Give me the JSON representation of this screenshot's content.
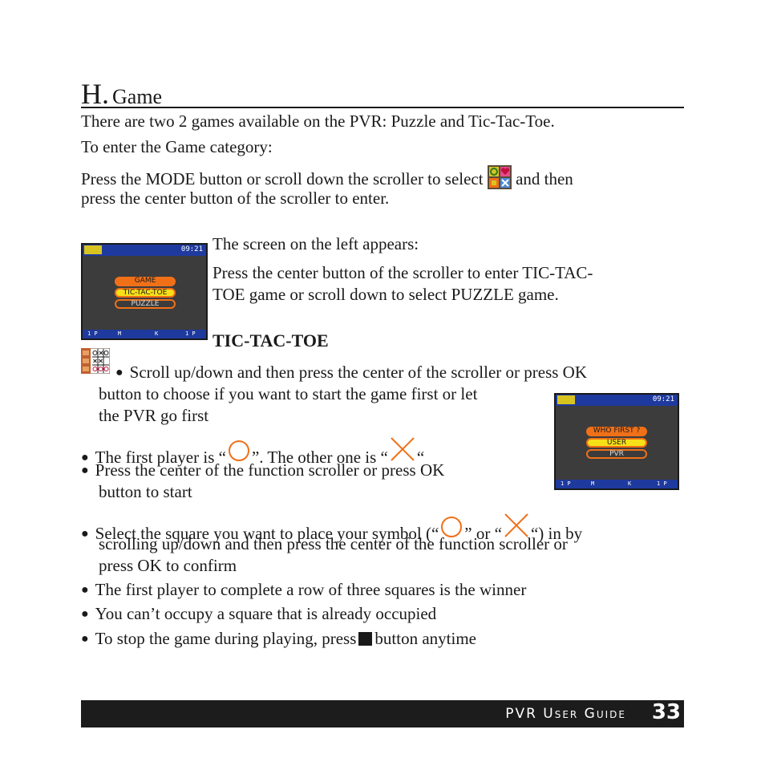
{
  "section": {
    "letter": "H.",
    "title": "Game"
  },
  "intro": {
    "line1": "There are two 2 games available on the PVR:  Puzzle and Tic-Tac-Toe.",
    "line2": "To enter the Game category:",
    "line3a": "Press the MODE button or scroll down the scroller to select",
    "line3b": "and then",
    "line4": "press the center button of the scroller to enter."
  },
  "game_menu": {
    "caption1": "The screen on the left appears:",
    "caption2": "Press the center button of the scroller to enter TIC-TAC-",
    "caption3": "TOE game or scroll down to select PUZZLE game.",
    "screen": {
      "clock": "09:21",
      "items": [
        "GAME",
        "TIC-TAC-TOE",
        "PUZZLE"
      ],
      "ticks": [
        "1 P",
        "M",
        "K",
        "1 P"
      ]
    }
  },
  "tic_tac_toe": {
    "heading": "TIC-TAC-TOE",
    "b1_line1": "Scroll up/down and then press the center of the scroller or press OK",
    "b1_line2": "button to choose if you want to start the game first or let",
    "b1_line3": "the PVR go first",
    "b2_a": "The first player is “",
    "b2_b": "”. The other one is “",
    "b2_c": "“",
    "b3_line1": "Press the center of the function scroller or press OK",
    "b3_line2": "button to start",
    "b4_a": "Select the square you want to place your symbol (“",
    "b4_b": "” or “",
    "b4_c": "“) in by",
    "b4_line2": "scrolling up/down and then press the center of the function scroller or",
    "b4_line3": "press OK to confirm",
    "b5": "The first player to complete a row of three squares is the winner",
    "b6": "You can’t occupy a square that is already occupied",
    "b7_a": "To stop the game during playing,  press",
    "b7_b": "button anytime",
    "screen": {
      "clock": "09:21",
      "items": [
        "WHO FIRST ?",
        "USER",
        "PVR"
      ],
      "ticks": [
        "1 P",
        "M",
        "K",
        "1 P"
      ]
    }
  },
  "footer": {
    "guide": "PVR User Guide",
    "page": "33"
  },
  "colors": {
    "accent_orange": "#f07018",
    "highlight_yellow": "#f8e018",
    "screen_blue": "#1f3a9e",
    "screen_bg": "#3c3c3c"
  }
}
